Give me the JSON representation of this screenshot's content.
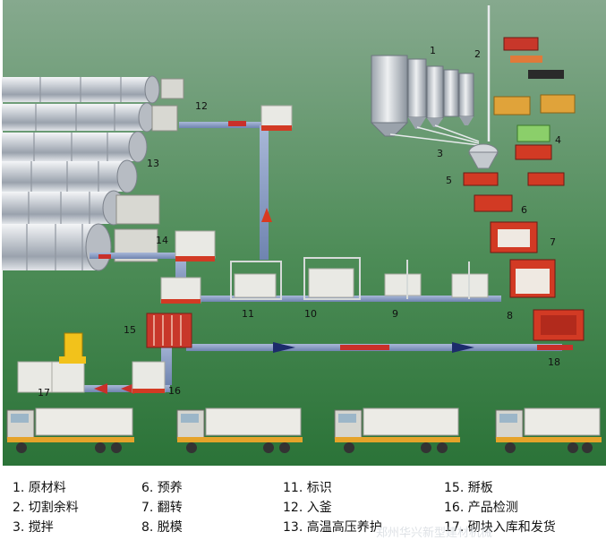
{
  "markers": {
    "m1": "1",
    "m2": "2",
    "m3": "3",
    "m4": "4",
    "m5": "5",
    "m6": "6",
    "m7": "7",
    "m8": "8",
    "m9": "9",
    "m10": "10",
    "m11": "11",
    "m12": "12",
    "m13": "13",
    "m14": "14",
    "m15": "15",
    "m16": "16",
    "m17": "17",
    "m18": "18"
  },
  "legend": {
    "col1": [
      "1. 原材料",
      "2. 切割余料",
      "3. 搅拌"
    ],
    "col2": [
      "6. 预养",
      "7. 翻转",
      "8. 脱模"
    ],
    "col3": [
      "11. 标识",
      "12. 入釜",
      "13. 高温高压养护"
    ],
    "col4": [
      "15. 掰板",
      "16. 产品检测",
      "17. 砌块入库和发货"
    ]
  },
  "watermark": "郑州华兴新型建材机械",
  "colors": {
    "background_top": "#7fa489",
    "background_bottom": "#2f7a3c",
    "kettle": "#d7dbe0",
    "conveyor": "#c9302a",
    "track": "#7b8fb8",
    "truck_cab": "#d6d6d0",
    "truck_frame": "#e5a32a"
  }
}
